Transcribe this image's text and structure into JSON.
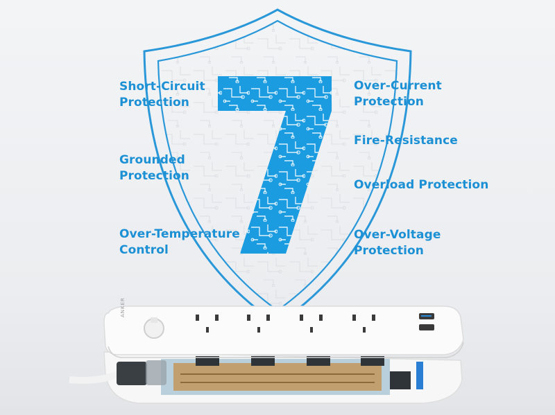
{
  "protections": {
    "count_digit": "7",
    "left": [
      {
        "line1": "Short-Circuit",
        "line2": "Protection"
      },
      {
        "line1": "Grounded",
        "line2": "Protection"
      },
      {
        "line1": "Over-Temperature",
        "line2": "Control"
      }
    ],
    "right": [
      {
        "line1": "Over-Current",
        "line2": "Protection"
      },
      {
        "line1": "Fire-Resistance",
        "line2": ""
      },
      {
        "line1": "Overload Protection",
        "line2": ""
      },
      {
        "line1": "Over-Voltage",
        "line2": "Protection"
      }
    ]
  },
  "product": {
    "brand_mark": "ANKER",
    "outlet_count": 4,
    "usb_port_count": 2
  },
  "colors": {
    "accent": "#1c90d4",
    "shield_stroke": "#2a98d8",
    "digit_fill": "#1b9be0",
    "body_white": "#fafafa"
  }
}
